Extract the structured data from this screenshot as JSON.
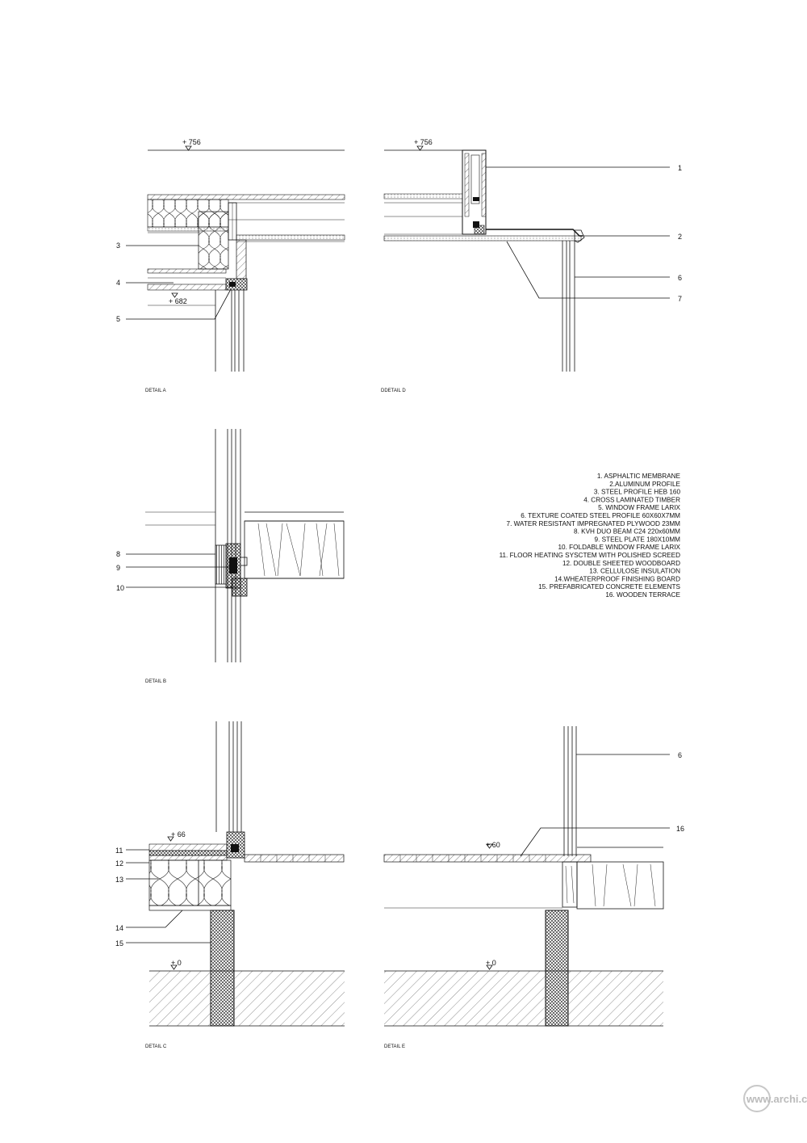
{
  "levels": {
    "a_top": "+ 756",
    "a_bottom": "+ 682",
    "d_top": "+ 756",
    "c_floor": "+ 66",
    "c_ground": "+ 0",
    "e_floor": "+ 60",
    "e_ground": "+ 0"
  },
  "callouts": {
    "a": [
      "3",
      "4",
      "5"
    ],
    "d": [
      "1",
      "2",
      "6",
      "7"
    ],
    "b": [
      "8",
      "9",
      "10"
    ],
    "c": [
      "11",
      "12",
      "13",
      "14",
      "15"
    ],
    "e": [
      "6",
      "16"
    ]
  },
  "captions": {
    "a": "DETAIL A",
    "d": "DDETAIL D",
    "b": "DETAIL B",
    "c": "DETAIL C",
    "e": "DETAIL E"
  },
  "legend": [
    "1. ASPHALTIC MEMBRANE",
    "2.ALUMINUM PROFILE",
    "3. STEEL PROFILE HEB 160",
    "4. CROSS LAMINATED TIMBER",
    "5. WINDOW FRAME LARIX",
    "6. TEXTURE COATED STEEL PROFILE 60X60X7MM",
    "7. WATER RESISTANT IMPREGNATED PLYWOOD 23MM",
    "8. KVH DUO BEAM C24 220x60MM",
    "9. STEEL PLATE 180X10MM",
    "10. FOLDABLE WINDOW FRAME LARIX",
    "11. FLOOR HEATING SYSCTEM WITH POLISHED SCREED",
    "12. DOUBLE SHEETED WOODBOARD",
    "13. CELLULOSE INSULATION",
    "14.WHEATERPROOF FINISHING BOARD",
    "15. PREFABRICATED CONCRETE ELEMENTS",
    "16. WOODEN TERRACE"
  ],
  "watermark": "www.archi.cn"
}
